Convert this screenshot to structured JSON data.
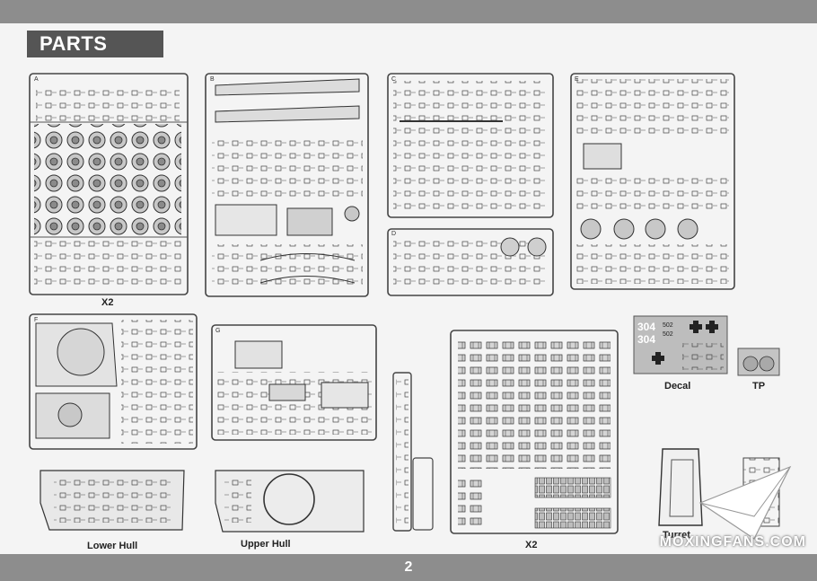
{
  "header": {
    "title": "PARTS"
  },
  "footer": {
    "page_number": "2"
  },
  "sprues": [
    {
      "id": "sprue-a",
      "letter": "A",
      "caption": "X2"
    },
    {
      "id": "sprue-b",
      "letter": "B",
      "caption": ""
    },
    {
      "id": "sprue-c",
      "letter": "C",
      "caption": ""
    },
    {
      "id": "sprue-d",
      "letter": "D",
      "caption": ""
    },
    {
      "id": "sprue-e",
      "letter": "E",
      "caption": ""
    },
    {
      "id": "sprue-f",
      "letter": "F",
      "caption": ""
    },
    {
      "id": "sprue-g",
      "letter": "G",
      "caption": ""
    },
    {
      "id": "sprue-tracks",
      "letter": "",
      "caption": "X2"
    }
  ],
  "parts": {
    "decal_label": "Decal",
    "tp_label": "TP",
    "lower_hull_label": "Lower Hull",
    "upper_hull_label": "Upper  Hull",
    "turret_label": "Turret"
  },
  "decal_text": {
    "number_big": "304",
    "number_big2": "304",
    "code_1": "502",
    "code_2": "502"
  },
  "watermark": {
    "text": "MOXINGFANS.COM"
  }
}
